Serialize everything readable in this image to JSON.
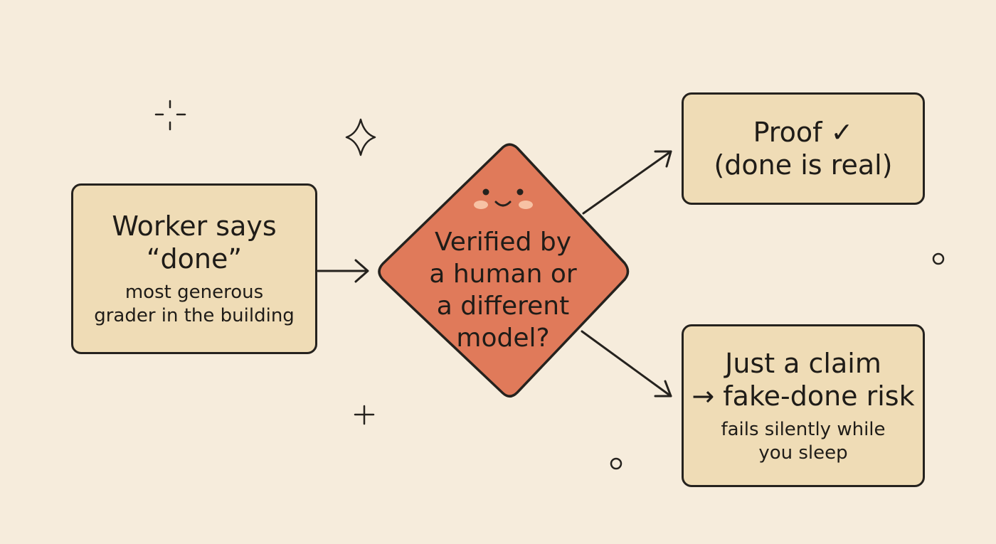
{
  "nodes": {
    "start": {
      "title_line1": "Worker says",
      "title_line2": "“done”",
      "note_line1": "most generous",
      "note_line2": "grader in the building"
    },
    "decision": {
      "line1": "Verified by",
      "line2": "a human or",
      "line3": "a different",
      "line4": "model?"
    },
    "yes": {
      "title_line1": "Proof ✓",
      "title_line2": "(done is real)"
    },
    "no": {
      "title_line1": "Just a claim",
      "title_line2": "→ fake-done risk",
      "note_line1": "fails silently while",
      "note_line2": "you sleep"
    }
  },
  "colors": {
    "background": "#f6ecdc",
    "box_fill": "#efdcb6",
    "decision_fill": "#e07a5a",
    "stroke": "#25221e",
    "blush": "#f7c2a4"
  },
  "decorations": [
    "sparkle-icon",
    "four-point-star-icon",
    "plus-icon",
    "circle-icon",
    "circle-icon"
  ]
}
